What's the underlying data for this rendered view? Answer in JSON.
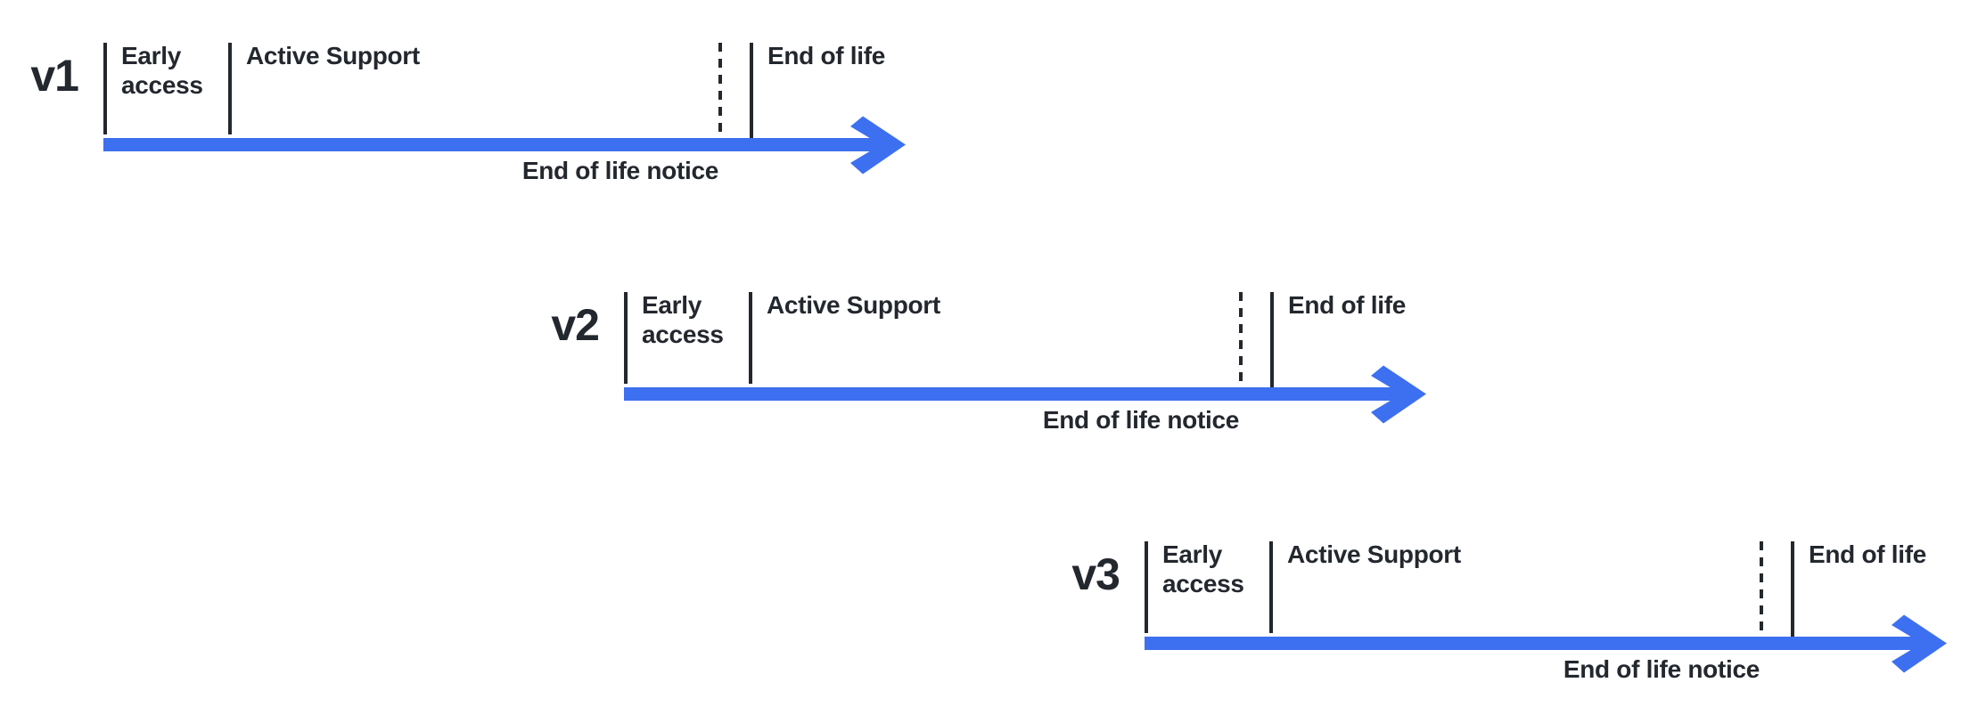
{
  "diagram": {
    "description": "Version release lifecycle timelines",
    "colors": {
      "accent_blue": "#3D70F0",
      "ink": "#23272E",
      "background": "#FFFFFF"
    }
  },
  "timelines": [
    {
      "version": "v1",
      "phases": {
        "early": "Early access",
        "active": "Active Support",
        "eol": "End of life"
      },
      "notice": "End of life notice"
    },
    {
      "version": "v2",
      "phases": {
        "early": "Early access",
        "active": "Active Support",
        "eol": "End of life"
      },
      "notice": "End of life notice"
    },
    {
      "version": "v3",
      "phases": {
        "early": "Early access",
        "active": "Active Support",
        "eol": "End of life"
      },
      "notice": "End of life notice"
    }
  ]
}
